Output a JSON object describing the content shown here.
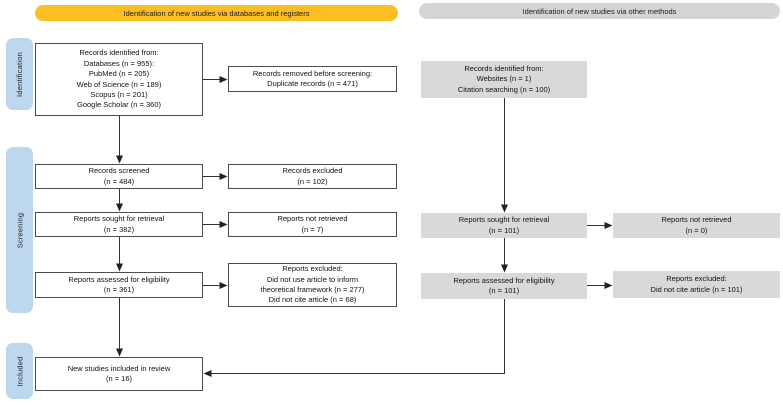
{
  "header": {
    "databases_banner": "Identification of new studies via databases and registers",
    "other_methods_banner": "Identification of new studies via other methods"
  },
  "stages": {
    "identification": "Identification",
    "screening": "Screening",
    "included": "Included"
  },
  "databases_flow": {
    "records_identified": "Records identified from:\nDatabases (n = 955):\nPubMed (n = 205)\nWeb of Science (n = 189)\nScopus (n = 201)\nGoogle Scholar (n = 360)",
    "records_removed": "Records removed before screening:\nDuplicate records (n = 471)",
    "records_screened": "Records screened\n(n = 484)",
    "records_excluded": "Records excluded\n(n = 102)",
    "reports_sought": "Reports sought for retrieval\n(n = 382)",
    "reports_not_retrieved": "Reports not retrieved\n(n = 7)",
    "reports_assessed": "Reports assessed for eligibility\n(n = 361)",
    "reports_excluded": "Reports excluded:\nDid not use article to inform\ntheoretical framework (n = 277)\nDid not cite article (n = 68)",
    "new_studies_included": "New studies included in review\n(n = 16)"
  },
  "other_methods_flow": {
    "records_identified": "Records identified from:\nWebsites (n = 1)\nCitation searching (n = 100)",
    "reports_sought": "Reports sought for retrieval\n(n = 101)",
    "reports_not_retrieved": "Reports not retrieved\n(n = 0)",
    "reports_assessed": "Reports assessed for eligibility\n(n = 101)",
    "reports_excluded": "Reports excluded:\nDid not cite article (n = 101)"
  },
  "colors": {
    "banner_yellow": "#FCBF23",
    "banner_gray": "#D5D5D5",
    "stage_blue": "#BDD7EE",
    "box_gray": "#D9D9D9",
    "box_border": "#4D4D4D",
    "connector": "#333333"
  }
}
